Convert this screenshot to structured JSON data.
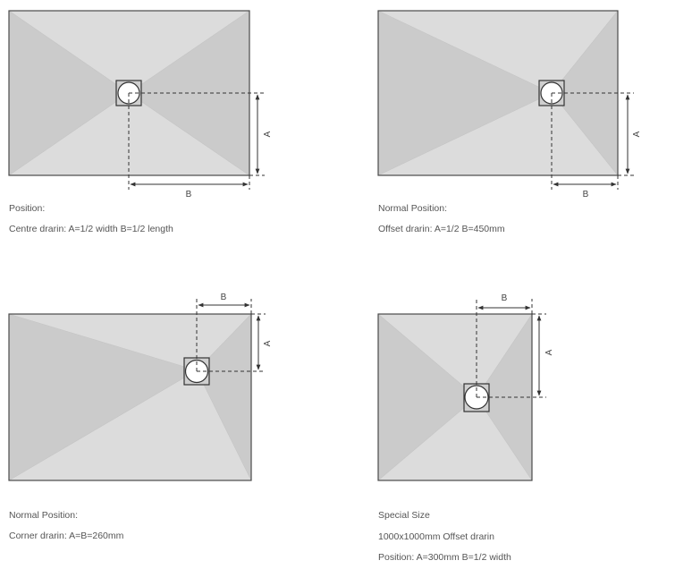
{
  "diagrams": [
    {
      "id": "centre",
      "dimension_labels": {
        "a": "A",
        "b": "B"
      },
      "caption_lines": [
        "Position:",
        "Centre drarin: A=1/2 width   B=1/2 length"
      ]
    },
    {
      "id": "offset",
      "dimension_labels": {
        "a": "A",
        "b": "B"
      },
      "caption_lines": [
        "Normal Position:",
        "Offset drarin: A=1/2    B=450mm"
      ]
    },
    {
      "id": "corner",
      "dimension_labels": {
        "a": "A",
        "b": "B"
      },
      "caption_lines": [
        "Normal Position:",
        "Corner drarin: A=B=260mm"
      ]
    },
    {
      "id": "special",
      "dimension_labels": {
        "a": "A",
        "b": "B"
      },
      "caption_lines": [
        "Special Size",
        "1000x1000mm  Offset drarin",
        "Position: A=300mm  B=1/2 width"
      ]
    }
  ]
}
